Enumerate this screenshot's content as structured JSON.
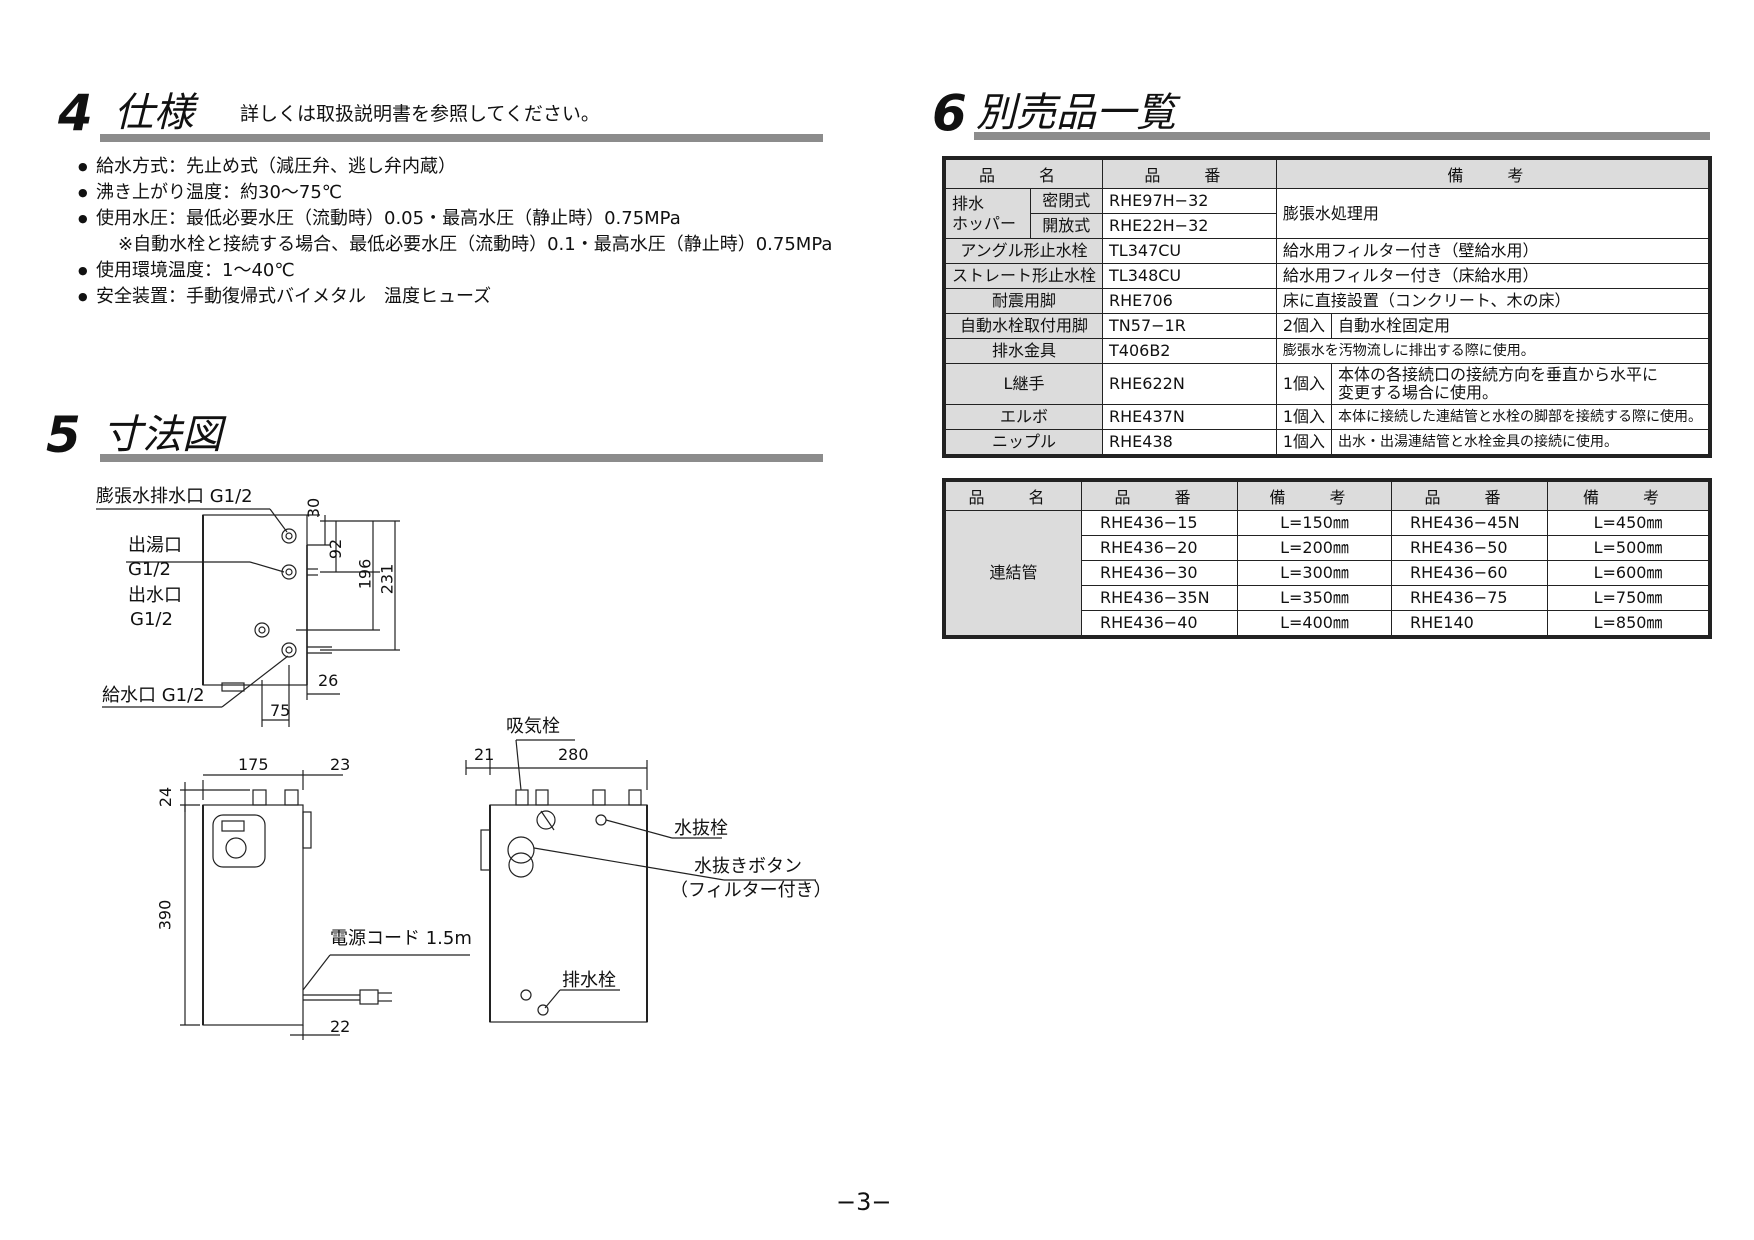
{
  "sec4": {
    "num": "4",
    "title": "仕様",
    "subtitle": "詳しくは取扱説明書を参照してください。",
    "items": [
      "給水方式：先止め式（減圧弁、逃し弁内蔵）",
      "沸き上がり温度：約30～75℃",
      "使用水圧：最低必要水圧（流動時）0.05・最高水圧（静止時）0.75MPa",
      "使用環境温度：1～40℃",
      "安全装置：手動復帰式バイメタル　温度ヒューズ"
    ],
    "note": "※自動水栓と接続する場合、最低必要水圧（流動時）0.1・最高水圧（静止時）0.75MPa"
  },
  "sec5": {
    "num": "5",
    "title": "寸法図",
    "labels": {
      "drain": "膨張水排水口 G1/2",
      "hot_out": "出湯口",
      "hot_out_size": "G1/2",
      "water_out": "出水口",
      "water_out_size": "G1/2",
      "supply": "給水口 G1/2",
      "intake": "吸気栓",
      "drain_valve": "水抜栓",
      "drain_button": "水抜きボタン",
      "filter": "（フィルター付き）",
      "power_cord": "電源コード 1.5m",
      "drain_plug": "排水栓"
    },
    "dims": {
      "d30": "30",
      "d92": "92",
      "d196": "196",
      "d231": "231",
      "d26": "26",
      "d75": "75",
      "d175": "175",
      "d23": "23",
      "d24": "24",
      "d390": "390",
      "d22": "22",
      "d21": "21",
      "d280": "280"
    }
  },
  "sec6": {
    "num": "6",
    "title": "別売品一覧",
    "table1": {
      "headers": [
        "品　名",
        "品　番",
        "備　考"
      ],
      "rows": [
        {
          "name": "アングル形止水栓",
          "code": "TL347CU",
          "qty": "",
          "note": "給水用フィルター付き（壁給水用）"
        },
        {
          "name": "ストレート形止水栓",
          "code": "TL348CU",
          "qty": "",
          "note": "給水用フィルター付き（床給水用）"
        },
        {
          "name": "耐震用脚",
          "code": "RHE706",
          "qty": "",
          "note": "床に直接設置（コンクリート、木の床）"
        },
        {
          "name": "自動水栓取付用脚",
          "code": "TN57−1R",
          "qty": "2個入",
          "note": "自動水栓固定用"
        },
        {
          "name": "排水金具",
          "code": "T406B2",
          "qty": "",
          "note": "膨張水を汚物流しに排出する際に使用。"
        },
        {
          "name": "L継手",
          "code": "RHE622N",
          "qty": "1個入",
          "note": "本体の各接続口の接続方向を垂直から水平に",
          "note2": "変更する場合に使用。"
        },
        {
          "name": "エルボ",
          "code": "RHE437N",
          "qty": "1個入",
          "note": "本体に接続した連結管と水栓の脚部を接続する際に使用。"
        },
        {
          "name": "ニップル",
          "code": "RHE438",
          "qty": "1個入",
          "note": "出水・出湯連結管と水栓金具の接続に使用。"
        }
      ],
      "hopper": {
        "name1": "排水",
        "name2": "ホッパー",
        "sub1": "密閉式",
        "code1": "RHE97H−32",
        "sub2": "開放式",
        "code2": "RHE22H−32",
        "note": "膨張水処理用"
      }
    },
    "table2": {
      "headers": [
        "品　名",
        "品　番",
        "備　考",
        "品　番",
        "備　考"
      ],
      "group": "連結管",
      "rows": [
        [
          "RHE436−15",
          "L=150㎜",
          "RHE436−45N",
          "L=450㎜"
        ],
        [
          "RHE436−20",
          "L=200㎜",
          "RHE436−50",
          "L=500㎜"
        ],
        [
          "RHE436−30",
          "L=300㎜",
          "RHE436−60",
          "L=600㎜"
        ],
        [
          "RHE436−35N",
          "L=350㎜",
          "RHE436−75",
          "L=750㎜"
        ],
        [
          "RHE436−40",
          "L=400㎜",
          "RHE140",
          "L=850㎜"
        ]
      ]
    }
  },
  "page": "−3−"
}
